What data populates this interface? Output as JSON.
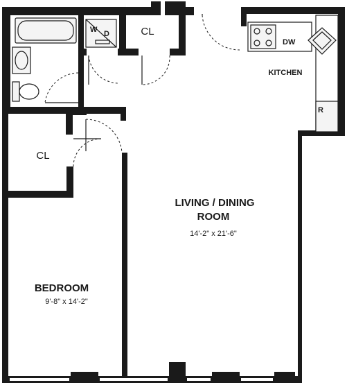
{
  "rooms": {
    "living": {
      "name_line1": "LIVING / DINING",
      "name_line2": "ROOM",
      "dimensions": "14'-2\" x 21'-6\""
    },
    "bedroom": {
      "name": "BEDROOM",
      "dimensions": "9'-8\" x 14'-2\""
    },
    "kitchen": {
      "name": "KITCHEN"
    },
    "closet_top": {
      "name": "CL"
    },
    "closet_bedroom": {
      "name": "CL"
    }
  },
  "appliances": {
    "washer": "W",
    "dryer": "D",
    "dishwasher": "DW",
    "refrigerator": "R"
  },
  "colors": {
    "wall": "#1a1a1a",
    "background": "#ffffff"
  }
}
